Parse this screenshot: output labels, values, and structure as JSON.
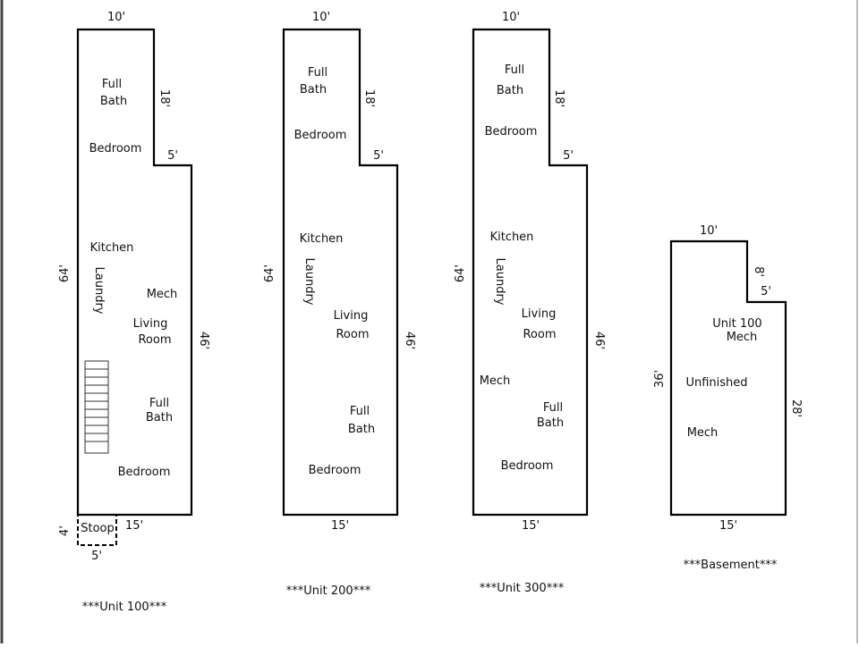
{
  "units": [
    {
      "caption": "***Unit 100***",
      "dims": {
        "top": "10'",
        "notch_v": "18'",
        "notch_h": "5'",
        "left": "64'",
        "right": "46'",
        "bottom": "15'"
      },
      "rooms": [
        "Full",
        "Bath",
        "Bedroom",
        "Kitchen",
        "Laundry",
        "Mech",
        "Living",
        "Room",
        "Full",
        "Bath",
        "Bedroom"
      ],
      "stoop": {
        "label": "Stoop",
        "dim_v": "4'",
        "dim_h": "5'"
      }
    },
    {
      "caption": "***Unit 200***",
      "dims": {
        "top": "10'",
        "notch_v": "18'",
        "notch_h": "5'",
        "left": "64'",
        "right": "46'",
        "bottom": "15'"
      },
      "rooms": [
        "Full",
        "Bath",
        "Bedroom",
        "Kitchen",
        "Laundry",
        "Living",
        "Room",
        "Full",
        "Bath",
        "Bedroom"
      ]
    },
    {
      "caption": "***Unit 300***",
      "dims": {
        "top": "10'",
        "notch_v": "18'",
        "notch_h": "5'",
        "left": "64'",
        "right": "46'",
        "bottom": "15'"
      },
      "rooms": [
        "Full",
        "Bath",
        "Bedroom",
        "Kitchen",
        "Laundry",
        "Living",
        "Room",
        "Mech",
        "Full",
        "Bath",
        "Bedroom"
      ]
    },
    {
      "caption": "***Basement***",
      "dims": {
        "top": "10'",
        "notch_v": "8'",
        "notch_h": "5'",
        "left": "36'",
        "right": "28'",
        "bottom": "15'"
      },
      "rooms": [
        "Unit 100",
        "Mech",
        "Unfinished",
        "Mech"
      ]
    }
  ]
}
